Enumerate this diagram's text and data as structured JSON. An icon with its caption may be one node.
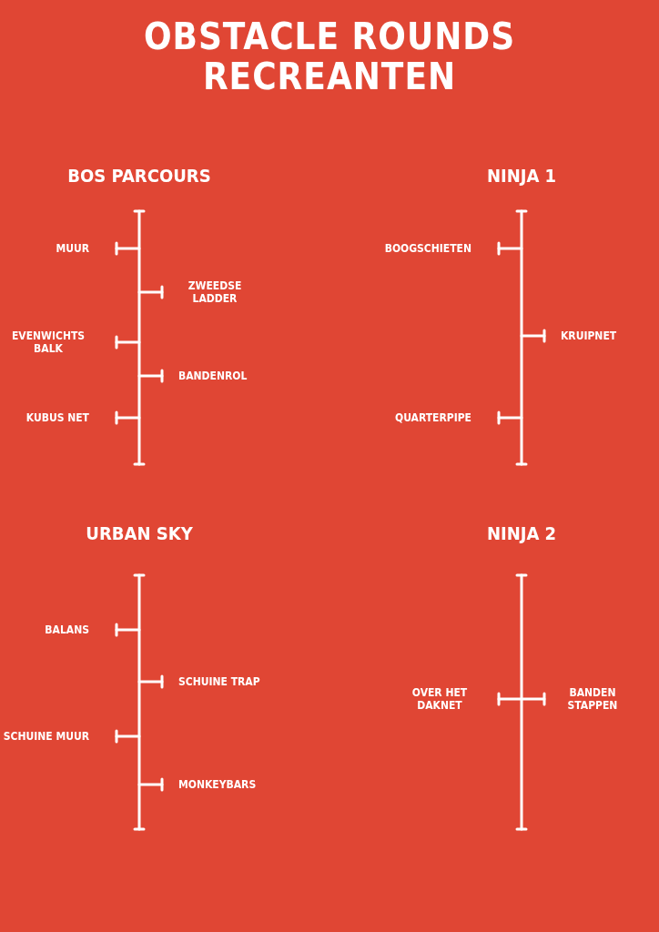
{
  "diagram": {
    "title": "OBSTACLE ROUNDS RECREANTEN",
    "labels": [
      "BOS PARCOURS",
      "NINJA 1",
      "MUUR",
      "BOOGSCHIETEN",
      "ZWEEDSE LADDER",
      "EVENWICHTS BALK",
      "KRUIPNET",
      "BANDENROL",
      "KUBUS NET",
      "QUARTERPIPE",
      "URBAN SKY",
      "NINJA 2",
      "BALANS",
      "SCHUINE TRAP",
      "OVER HET DAKNET",
      "BANDEN STAPPEN",
      "SCHUINE MUUR",
      "MONKEYBARS"
    ]
  }
}
